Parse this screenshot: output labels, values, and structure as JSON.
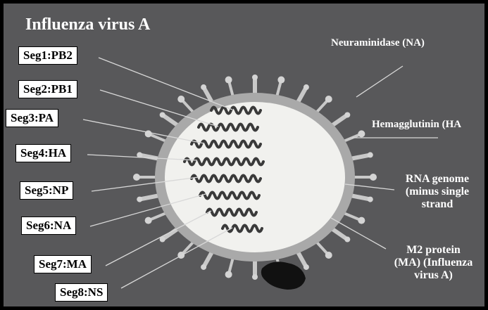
{
  "title": "Influenza virus A",
  "segments": [
    {
      "label": "Seg1:PB2"
    },
    {
      "label": "Seg2:PB1"
    },
    {
      "label": "Seg3:PA"
    },
    {
      "label": "Seg4:HA"
    },
    {
      "label": "Seg5:NP"
    },
    {
      "label": "Seg6:NA"
    },
    {
      "label": "Seg7:MA"
    },
    {
      "label": "Seg8:NS"
    }
  ],
  "labels": {
    "neuraminidase": "Neuraminidase (NA)",
    "hemagglutinin": "Hemagglutinin (HA",
    "rna_line1": "RNA genome",
    "rna_line2": "(minus single",
    "rna_line3": "strand",
    "m2_line1": "M2 protein",
    "m2_line2": "(MA) (Influenza",
    "m2_line3": "virus A)"
  },
  "colors": {
    "background": "#58585a",
    "envelope": "#a9a9a9",
    "core": "#f1f1ee",
    "rna": "#3a3a3a",
    "spike": "#c8c8c8"
  }
}
